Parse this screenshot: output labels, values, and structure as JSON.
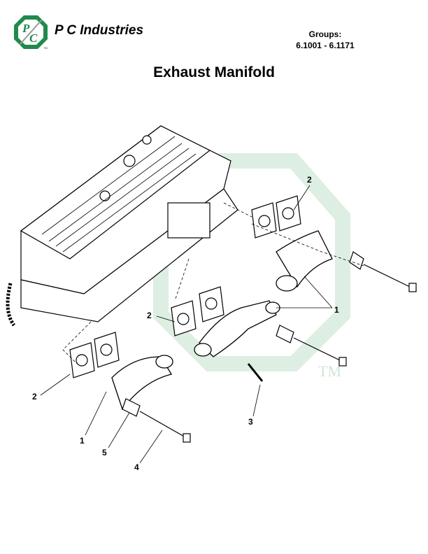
{
  "header": {
    "brand": "P C Industries",
    "logo_letters": "PC",
    "logo_tm": "TM",
    "groups_label": "Groups:",
    "groups_range": "6.1001 - 6.1171"
  },
  "title": "Exhaust Manifold",
  "watermark": {
    "tm": "TM"
  },
  "callouts": [
    {
      "id": "c-2-top",
      "label": "2"
    },
    {
      "id": "c-1-right",
      "label": "1"
    },
    {
      "id": "c-2-mid",
      "label": "2"
    },
    {
      "id": "c-2-left",
      "label": "2"
    },
    {
      "id": "c-3",
      "label": "3"
    },
    {
      "id": "c-1-left",
      "label": "1"
    },
    {
      "id": "c-5",
      "label": "5"
    },
    {
      "id": "c-4",
      "label": "4"
    }
  ],
  "colors": {
    "logo_green": "#1f8a4c",
    "watermark": "#dcefe2"
  }
}
